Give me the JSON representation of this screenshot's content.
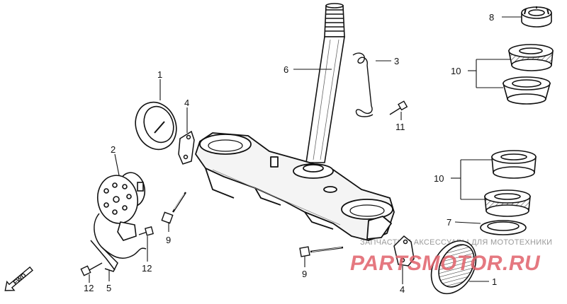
{
  "callouts": {
    "c1a": "1",
    "c1b": "1",
    "c2": "2",
    "c3": "3",
    "c4a": "4",
    "c4b": "4",
    "c5": "5",
    "c6": "6",
    "c7": "7",
    "c8": "8",
    "c9a": "9",
    "c9b": "9",
    "c10a": "10",
    "c10b": "10",
    "c11": "11",
    "c12a": "12",
    "c12b": "12"
  },
  "direction_label": "FWD",
  "watermark": {
    "tagline": "ЗАПЧАСТИ И АКСЕССУАРЫ ДЛЯ МОТОТЕХНИКИ",
    "brand": "PARTSMOTOR.RU",
    "color": "#e0606a"
  }
}
